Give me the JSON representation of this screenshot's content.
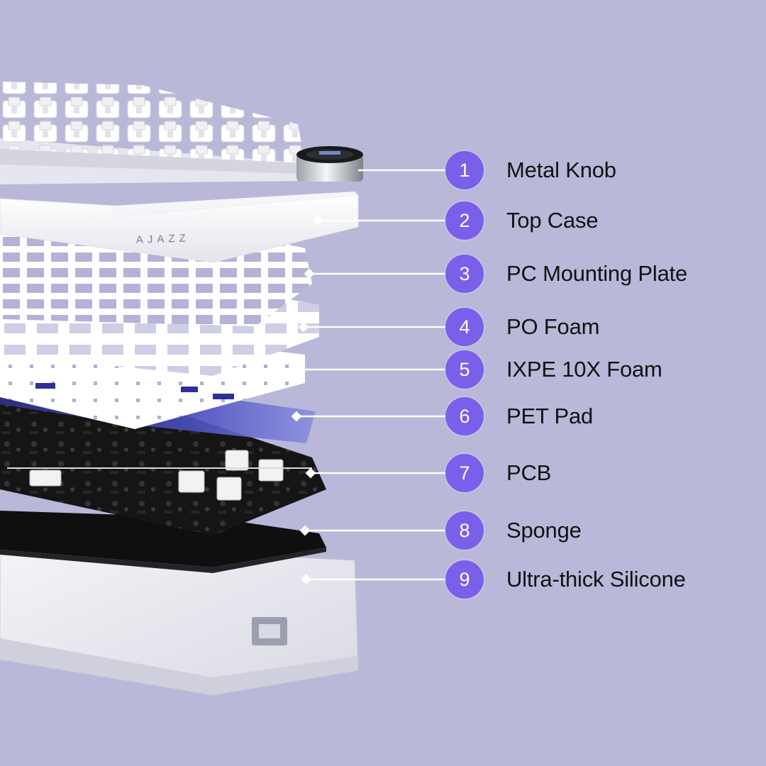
{
  "brand": {
    "logo_text": "AJAZZ"
  },
  "colors": {
    "background": "#b9b8d9",
    "badge": "#7a5fea",
    "leader": "#ffffff",
    "label_text": "#121212"
  },
  "callouts": [
    {
      "number": "1",
      "label": "Metal Knob"
    },
    {
      "number": "2",
      "label": "Top Case"
    },
    {
      "number": "3",
      "label": "PC Mounting Plate"
    },
    {
      "number": "4",
      "label": "PO Foam"
    },
    {
      "number": "5",
      "label": "IXPE 10X Foam"
    },
    {
      "number": "6",
      "label": "PET Pad"
    },
    {
      "number": "7",
      "label": "PCB"
    },
    {
      "number": "8",
      "label": "Sponge"
    },
    {
      "number": "9",
      "label": "Ultra-thick Silicone"
    }
  ]
}
